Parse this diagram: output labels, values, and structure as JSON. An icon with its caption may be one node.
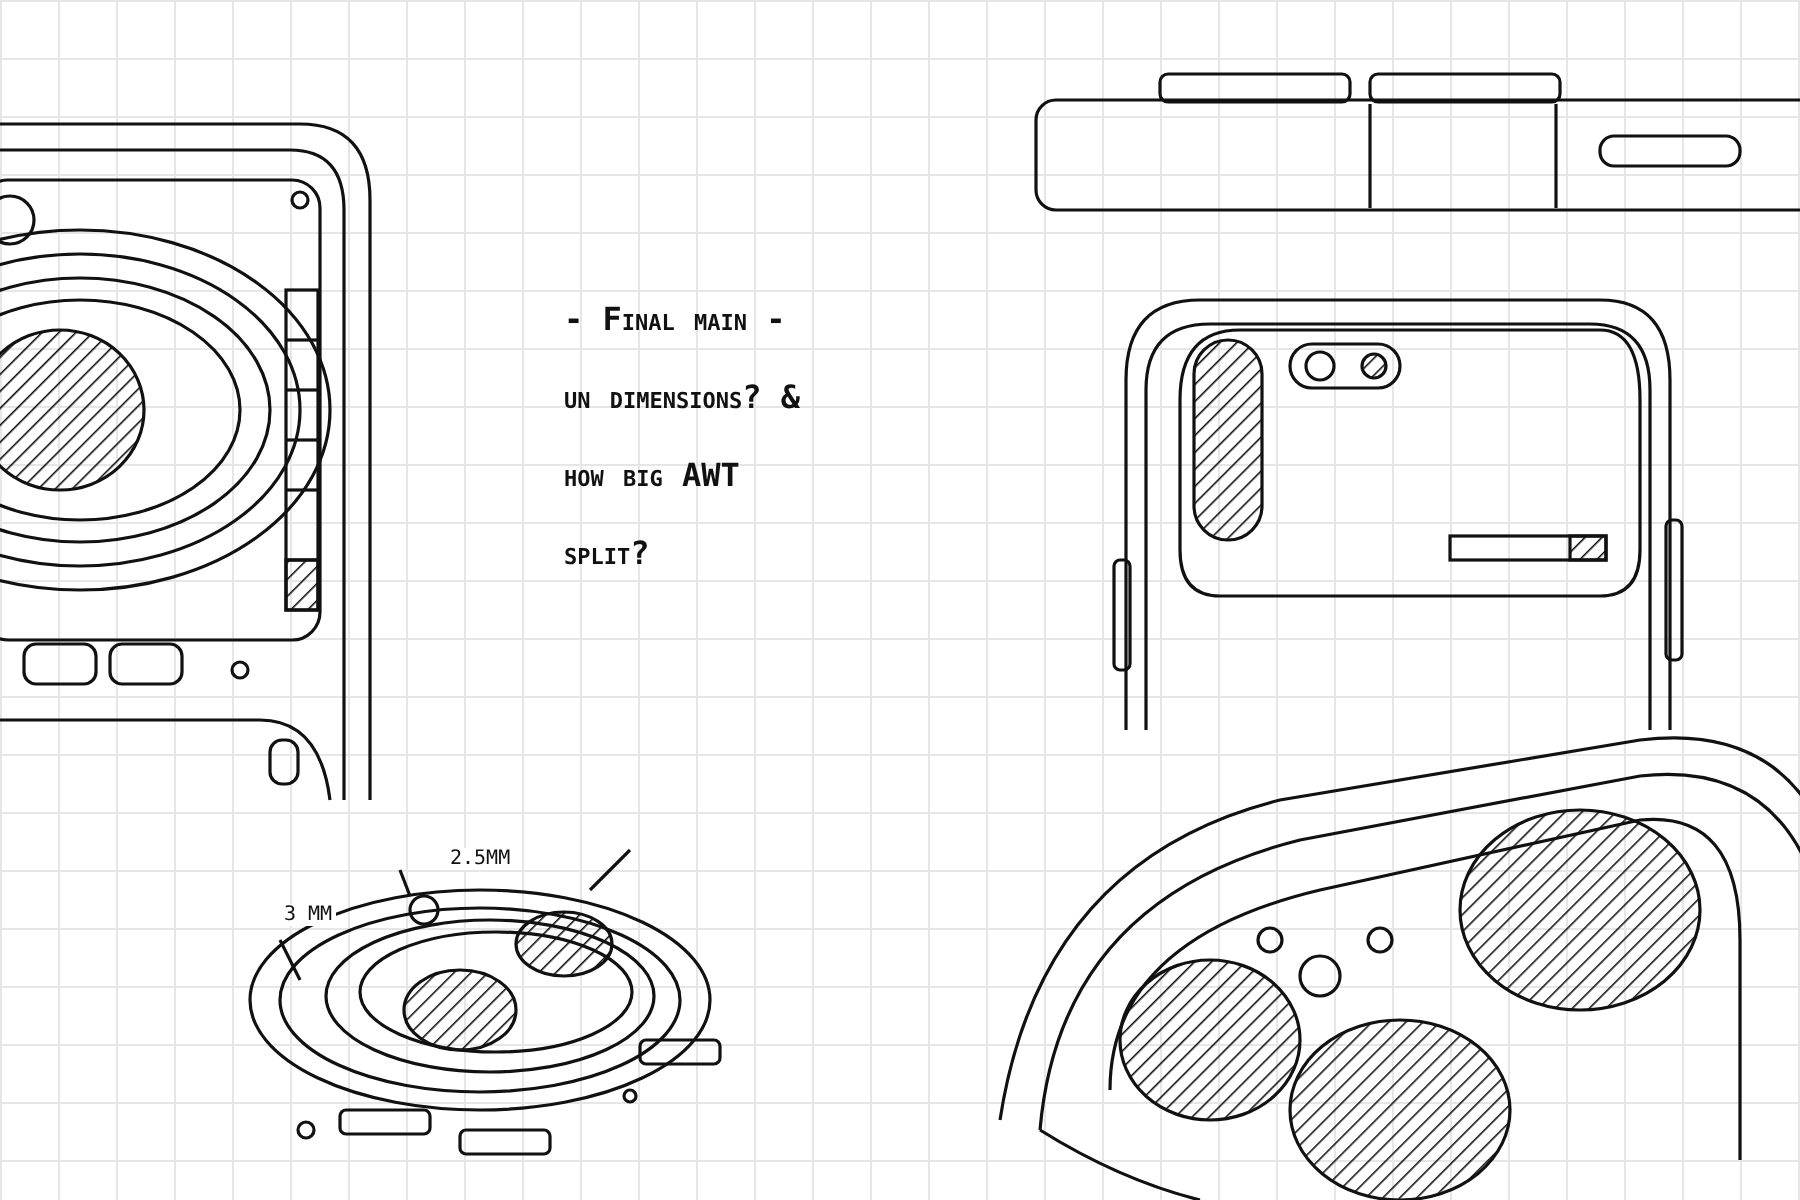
{
  "diagram": {
    "labels": [
      "- Final main - un dimensions? & how big AWT split?",
      "3 MM",
      "2.5MM"
    ]
  }
}
